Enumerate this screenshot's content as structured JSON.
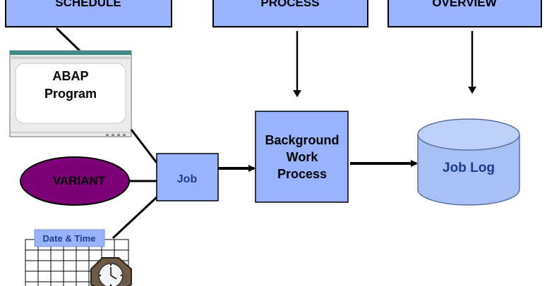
{
  "headers": {
    "schedule": "SCHEDULE",
    "process": "PROCESS",
    "overview": "OVERVIEW"
  },
  "program": {
    "line1": "ABAP",
    "line2": "Program"
  },
  "variant": "VARIANT",
  "date_time": "Date & Time",
  "job": "Job",
  "background": {
    "line1": "Background",
    "line2": "Work",
    "line3": "Process"
  },
  "job_log": "Job Log",
  "colors": {
    "box_fill": "#99b3ff",
    "box_border": "#000000",
    "variant_fill": "#7d0077",
    "log_fill": "#a7c0f5",
    "log_text": "#1e3c8c",
    "arrow": "#000000"
  },
  "icons": {
    "clock": "clock-icon",
    "calendar": "calendar-icon",
    "window": "program-window-icon"
  }
}
